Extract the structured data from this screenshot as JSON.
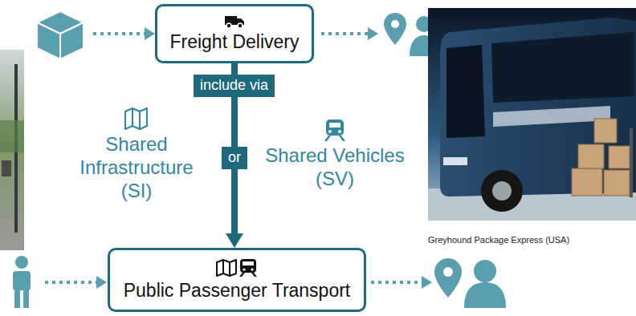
{
  "diagram": {
    "nodes": [
      {
        "text": [
          "Freight Delivery"
        ]
      },
      {
        "text": [
          "Public Passenger Transport"
        ]
      }
    ],
    "edges": [
      {
        "from": 0,
        "to": 1,
        "arrow": "to",
        "label": "include via"
      }
    ],
    "labels": [
      "or",
      "Shared Infrastructure (SI)",
      "Shared Vehicles (SV)",
      "Greyhound Package Express (USA)"
    ]
  }
}
